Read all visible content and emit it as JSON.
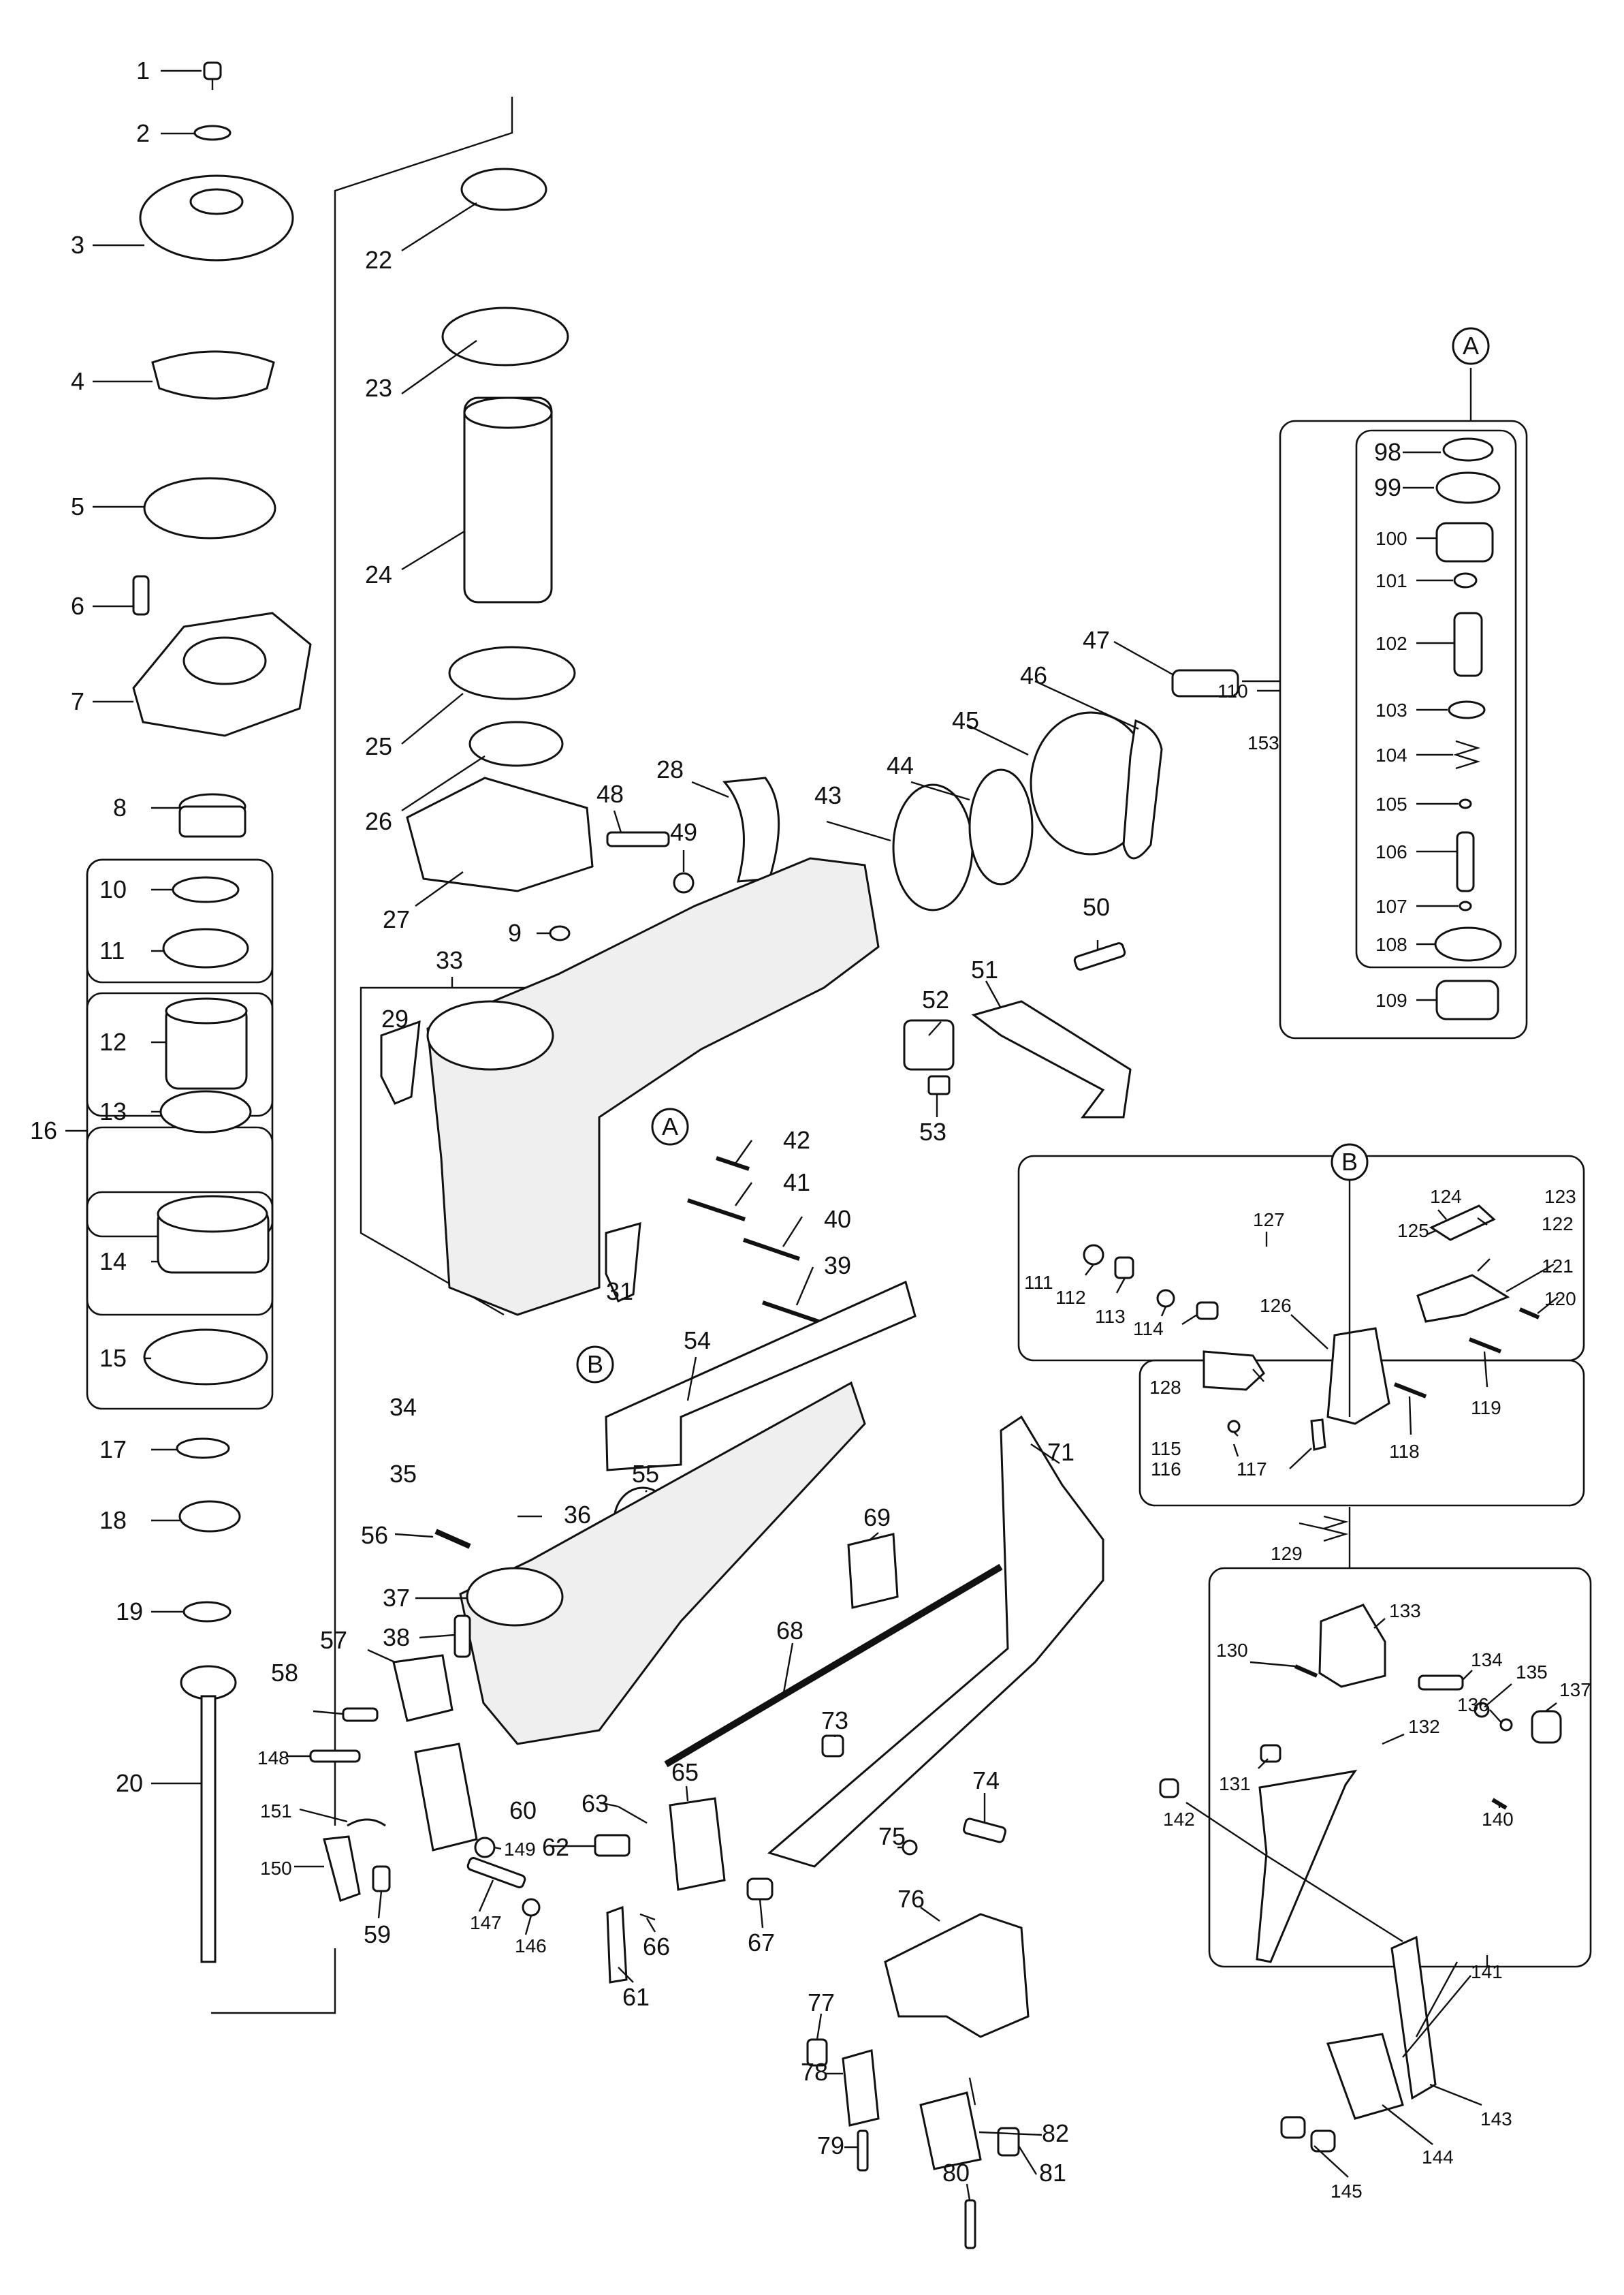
{
  "diagram": {
    "callouts": {
      "A": "A",
      "B": "B"
    },
    "labels_left": [
      "1",
      "2",
      "3",
      "4",
      "5",
      "6",
      "7",
      "8",
      "10",
      "11",
      "12",
      "16",
      "13",
      "14",
      "15",
      "17",
      "18",
      "19",
      "20"
    ],
    "labels_center": [
      "22",
      "23",
      "24",
      "25",
      "26",
      "27",
      "28",
      "48",
      "49",
      "9",
      "33",
      "29",
      "31",
      "34",
      "35",
      "36",
      "43",
      "44",
      "45",
      "46",
      "47",
      "42",
      "41",
      "40",
      "39",
      "50",
      "51",
      "52",
      "53",
      "54",
      "55",
      "56",
      "37",
      "38",
      "57",
      "58",
      "148",
      "151",
      "150",
      "59",
      "60",
      "149",
      "147",
      "146",
      "62",
      "63",
      "61",
      "66",
      "65",
      "67",
      "69",
      "68",
      "71",
      "73",
      "74",
      "75",
      "76",
      "77",
      "78",
      "79",
      "80",
      "81",
      "82"
    ],
    "labels_right": [
      "110",
      "153",
      "98",
      "99",
      "100",
      "101",
      "102",
      "103",
      "104",
      "105",
      "106",
      "107",
      "108",
      "109",
      "127",
      "111",
      "112",
      "113",
      "114",
      "124",
      "125",
      "123",
      "122",
      "121",
      "120",
      "126",
      "119",
      "118",
      "128",
      "115",
      "116",
      "117",
      "129",
      "133",
      "130",
      "134",
      "135",
      "136",
      "137",
      "132",
      "131",
      "140",
      "142",
      "141",
      "143",
      "144",
      "145"
    ]
  }
}
